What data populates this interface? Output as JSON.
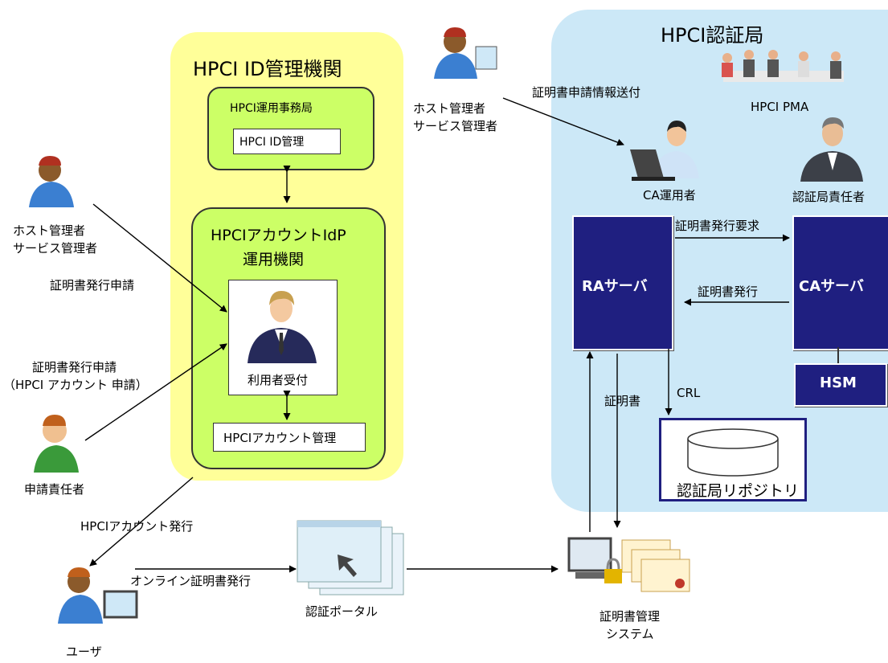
{
  "idorg": {
    "title": "HPCI  ID管理機関",
    "office": "HPCI運用事務局",
    "id_mgmt": "HPCI ID管理",
    "idp_line1": "HPCIアカウントIdP",
    "idp_line2": "運用機関",
    "reception": "利用者受付",
    "account_mgmt": "HPCIアカウント管理"
  },
  "ca": {
    "title": "HPCI認証局",
    "pma": "HPCI PMA",
    "operator": "CA運用者",
    "responsible": "認証局責任者",
    "ra_server": "RAサーバ",
    "ca_server": "CAサーバ",
    "hsm": "HSM",
    "repository": "認証局リポジトリ",
    "issue_request": "証明書発行要求",
    "issue": "証明書発行",
    "crl": "CRL",
    "cert": "証明書"
  },
  "actors": {
    "host_admin_top_1": "ホスト管理者",
    "host_admin_top_2": "サービス管理者",
    "cert_request_info": "証明書申請情報送付",
    "host_admin_left_1": "ホスト管理者",
    "host_admin_left_2": "サービス管理者",
    "cert_issue_apply": "証明書発行申請",
    "cert_issue_apply2_1": "証明書発行申請",
    "cert_issue_apply2_2": "（HPCI アカウント 申請）",
    "applicant_responsible": "申請責任者",
    "account_issue": "HPCIアカウント発行",
    "online_issue": "オンライン証明書発行",
    "user": "ユーザ",
    "portal": "認証ポータル",
    "cms_1": "証明書管理",
    "cms_2": "システム"
  },
  "colors": {
    "yellow_region": "#ffff99",
    "blue_region": "#cce8f7",
    "green_box": "#ccff66",
    "server_navy": "#1f1f80"
  }
}
